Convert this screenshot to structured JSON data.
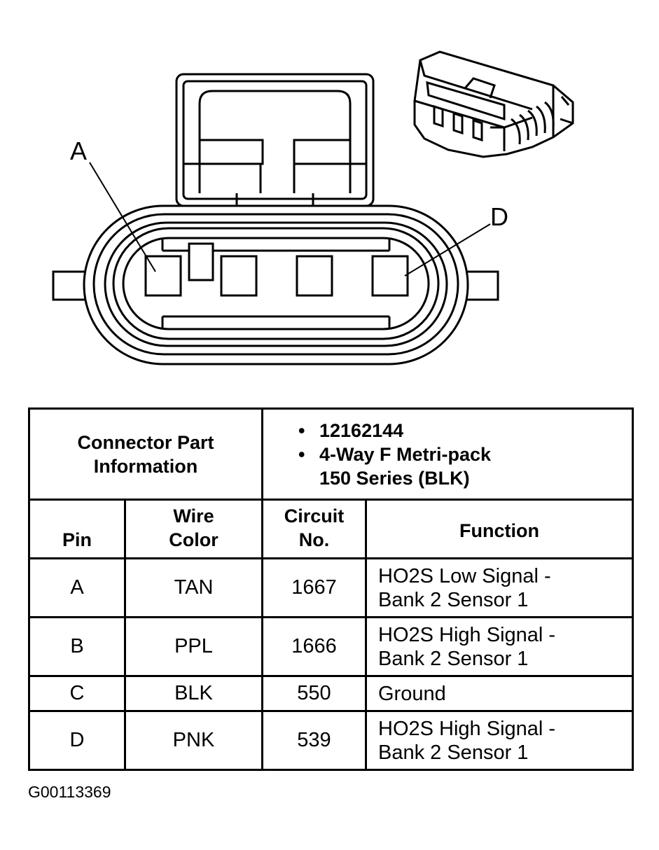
{
  "diagram": {
    "pin_labels": {
      "a": "A",
      "d": "D"
    }
  },
  "table": {
    "header": {
      "title_line1": "Connector Part",
      "title_line2": "Information",
      "bullets": [
        {
          "symbol": "•",
          "text": "12162144"
        },
        {
          "symbol": "•",
          "text": "4-Way F Metri-pack\n150 Series (BLK)"
        }
      ]
    },
    "columns": {
      "pin": "Pin",
      "wire_color_1": "Wire",
      "wire_color_2": "Color",
      "circuit_1": "Circuit",
      "circuit_2": "No.",
      "function": "Function"
    },
    "rows": [
      {
        "pin": "A",
        "color": "TAN",
        "circuit": "1667",
        "function_1": "HO2S Low Signal -",
        "function_2": "Bank 2 Sensor 1"
      },
      {
        "pin": "B",
        "color": "PPL",
        "circuit": "1666",
        "function_1": "HO2S High Signal -",
        "function_2": "Bank 2 Sensor 1"
      },
      {
        "pin": "C",
        "color": "BLK",
        "circuit": "550",
        "function_1": "Ground",
        "function_2": ""
      },
      {
        "pin": "D",
        "color": "PNK",
        "circuit": "539",
        "function_1": "HO2S High Signal -",
        "function_2": "Bank 2 Sensor 1"
      }
    ]
  },
  "figure_id": "G00113369"
}
